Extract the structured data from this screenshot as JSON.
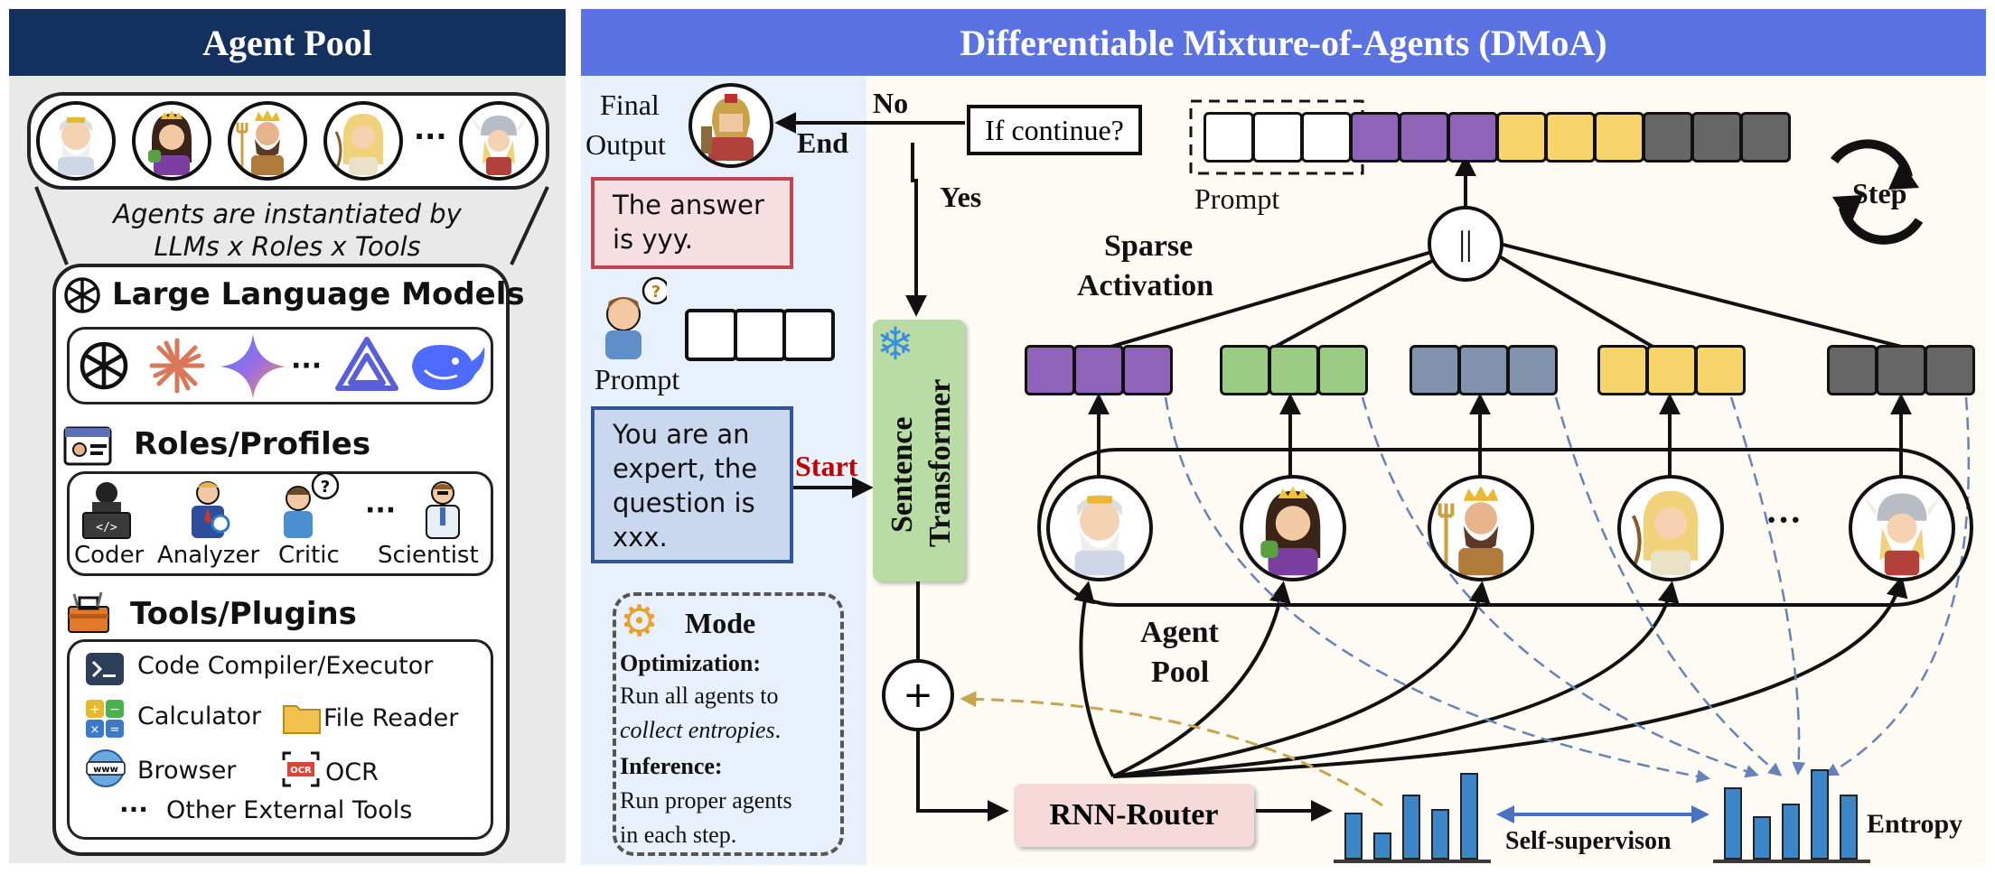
{
  "left": {
    "header": "Agent Pool",
    "caption_line1": "Agents are instantiated by",
    "caption_line2": "LLMs x Roles x Tools",
    "ellipsis": "···",
    "llm_title": "Large Language Models",
    "roles_title": "Roles/Profiles",
    "roles": [
      "Coder",
      "Analyzer",
      "Critic",
      "Scientist"
    ],
    "tools_title": "Tools/Plugins",
    "tools": {
      "compiler": "Code Compiler/Executor",
      "calculator": "Calculator",
      "file_reader": "File Reader",
      "browser": "Browser",
      "ocr": "OCR",
      "other": "Other External Tools"
    }
  },
  "right": {
    "header": "Differentiable Mixture-of-Agents (DMoA)",
    "final_output_line1": "Final",
    "final_output_line2": "Output",
    "end": "End",
    "no": "No",
    "yes": "Yes",
    "if_continue": "If continue?",
    "prompt_top": "Prompt",
    "answer_text": "The answer is yyy.",
    "prompt_mid": "Prompt",
    "question_text": "You are an expert, the question is xxx.",
    "start": "Start",
    "sentence_transformer_line1": "Sentence",
    "sentence_transformer_line2": "Transformer",
    "mode_title": "Mode",
    "mode_opt_label": "Optimization:",
    "mode_opt_line1": "Run all agents to",
    "mode_opt_line2": "collect entropies",
    "mode_opt_period": ".",
    "mode_inf_label": "Inference:",
    "mode_inf_line1": "Run proper agents",
    "mode_inf_line2": "in each step.",
    "sparse_line1": "Sparse",
    "sparse_line2": "Activation",
    "concat_symbol": "||",
    "step": "Step",
    "agent_pool_line1": "Agent",
    "agent_pool_line2": "Pool",
    "ellipsis": "···",
    "plus": "+",
    "router": "RNN-Router",
    "self_supervision": "Self-supervison",
    "entropy": "Entropy"
  },
  "colors": {
    "left_header": "#14305f",
    "right_header": "#5a72e2",
    "purple": "#8e63b8",
    "green": "#9ccc84",
    "slate": "#8192ad",
    "yellow": "#f7d56a",
    "gray": "#666666",
    "bar_blue": "#3d86c8",
    "answer_border": "#c0454f",
    "answer_fill": "#f6dfe0",
    "question_border": "#2f5597",
    "question_fill": "#c9d7ef",
    "start_red": "#c00000",
    "transformer_fill": "#b9dca4",
    "router_fill": "#f6dada"
  }
}
